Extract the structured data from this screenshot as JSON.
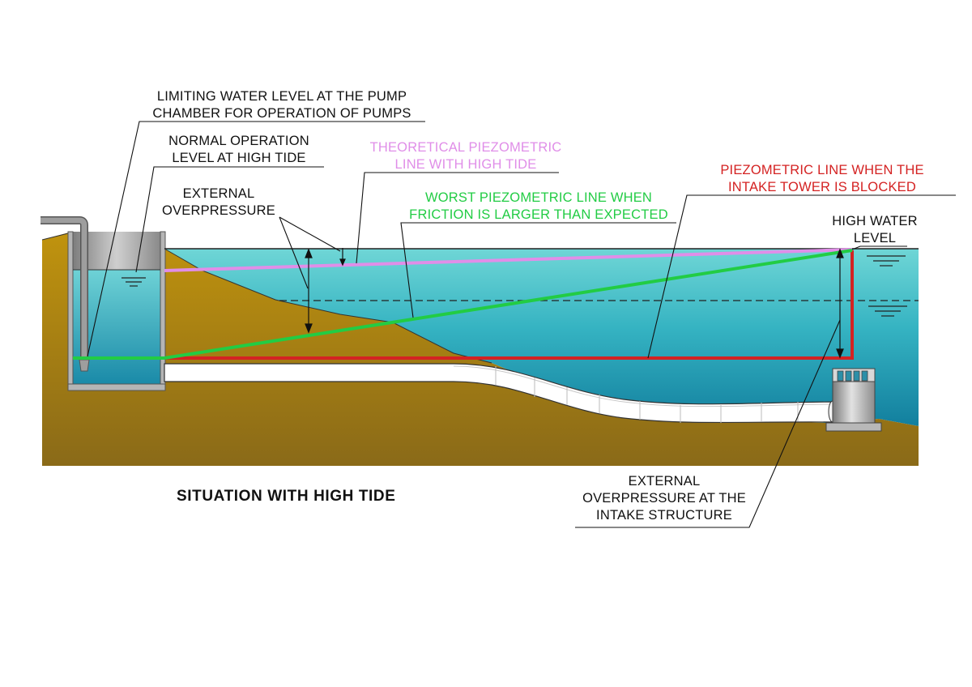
{
  "title": "SITUATION WITH HIGH TIDE",
  "labels": {
    "limiting_level": [
      "LIMITING WATER LEVEL AT THE PUMP",
      "CHAMBER FOR OPERATION OF PUMPS"
    ],
    "normal_level": [
      "NORMAL OPERATION",
      "LEVEL AT HIGH TIDE"
    ],
    "external_overpressure": [
      "EXTERNAL",
      "OVERPRESSURE"
    ],
    "theoretical_line": [
      "THEORETICAL PIEZOMETRIC",
      "LINE WITH HIGH TIDE"
    ],
    "worst_line": [
      "WORST PIEZOMETRIC LINE WHEN",
      "FRICTION IS LARGER THAN EXPECTED"
    ],
    "blocked_line": [
      "PIEZOMETRIC LINE WHEN THE",
      "INTAKE TOWER IS BLOCKED"
    ],
    "high_water": [
      "HIGH WATER",
      "LEVEL"
    ],
    "intake_overpressure": [
      "EXTERNAL",
      "OVERPRESSURE AT THE",
      "INTAKE STRUCTURE"
    ]
  },
  "colors": {
    "water": "#2fa6b8",
    "ground": "#a77f12",
    "theoretical_line": "#e08ee8",
    "worst_line": "#22cc44",
    "blocked_line": "#d42222",
    "pipe": "#ffffff",
    "concrete": "#a0a0a0"
  }
}
